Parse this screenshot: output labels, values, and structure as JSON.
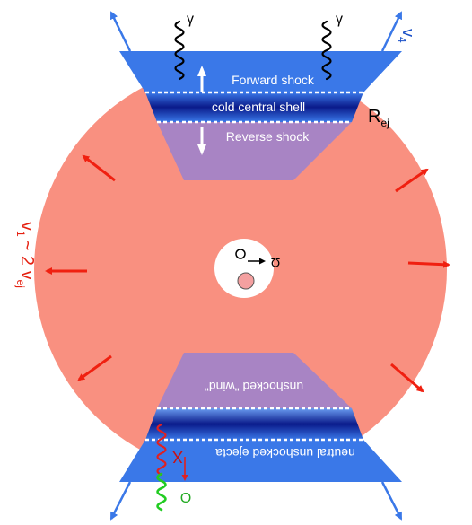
{
  "labels": {
    "gamma_left": "γ",
    "gamma_right": "γ",
    "v4": "v",
    "v4_sub": "4",
    "forward_shock": "Forward shock",
    "cold_central_shell": "cold central shell",
    "reverse_shock": "Reverse shock",
    "r_ej": "R",
    "r_ej_sub": "ej",
    "v1_a": "v",
    "v1_a_sub": "1",
    "v1_tilde": "~ 2 v",
    "v1_b_sub": "ej",
    "omega": "Ω",
    "unshocked_wind": "unshocked \"wind\"",
    "neutral_ejecta": "neutral unshocked ejecta",
    "cross_mark": "X",
    "o_mark": "O"
  },
  "colors": {
    "ejecta": "#f99080",
    "blue_region": "#3a78e8",
    "purple_region": "#a884c4",
    "dark_band": "#0a1a8a",
    "arrow_red": "#f02010",
    "arrow_blue": "#3a78e8",
    "label_blue": "#1a50c8",
    "label_red": "#e52010",
    "wave_red": "#e02020",
    "wave_green": "#22cc22"
  }
}
